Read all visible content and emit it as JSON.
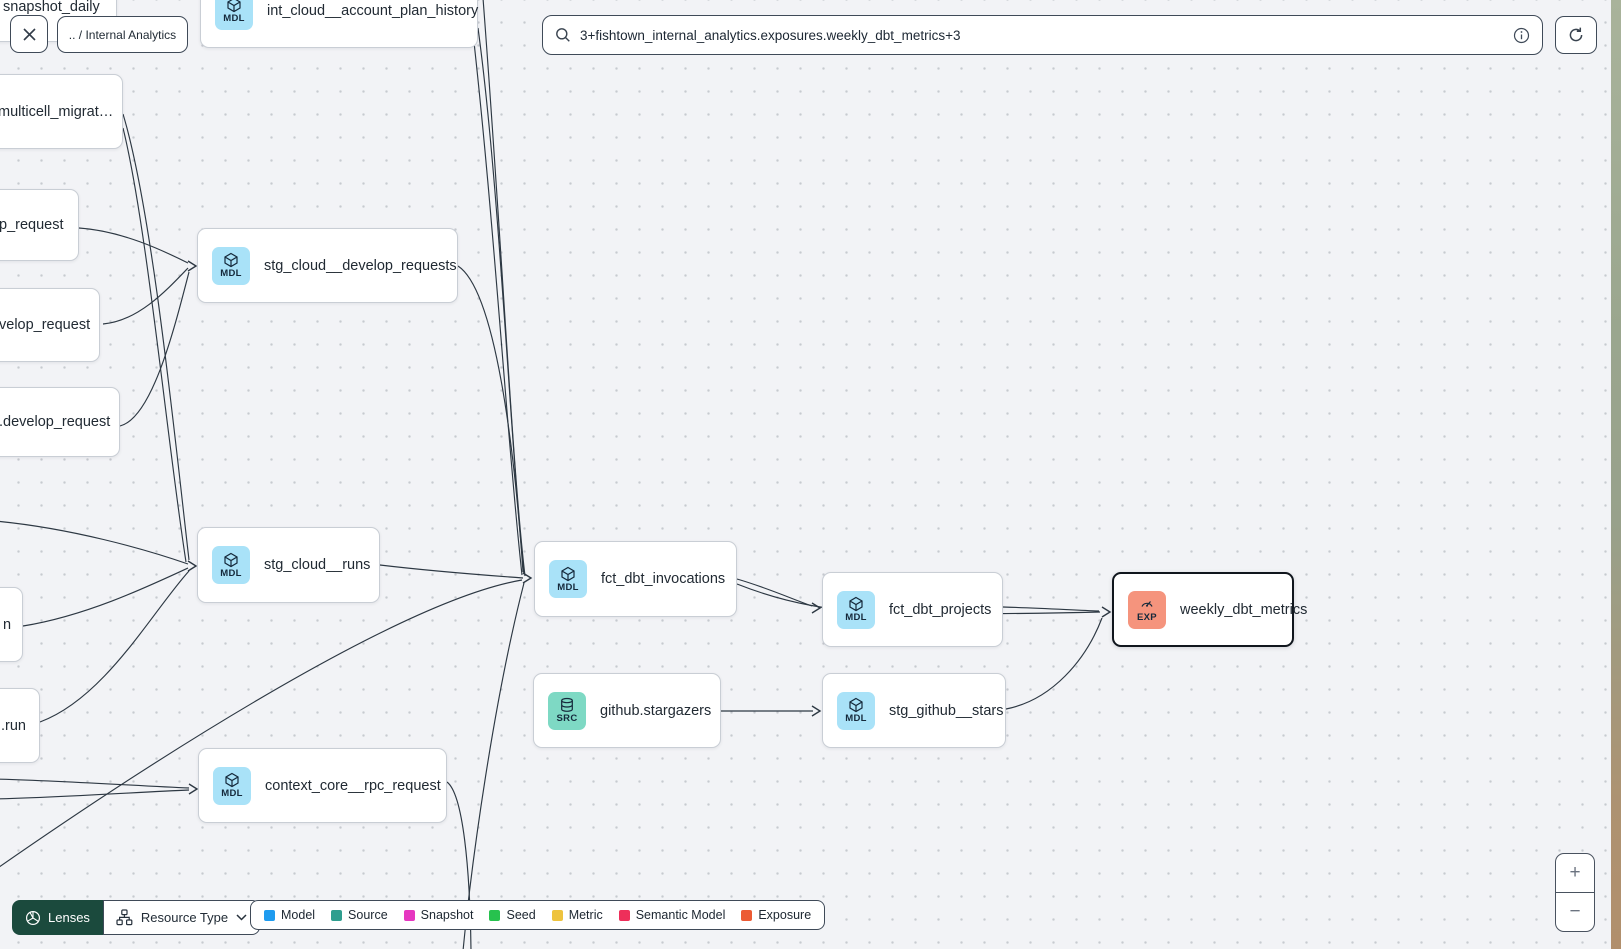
{
  "toolbar": {
    "breadcrumb": ".. / Internal Analytics",
    "search": {
      "value": "3+fishtown_internal_analytics.exposures.weekly_dbt_metrics+3"
    }
  },
  "badges": {
    "MDL": {
      "label": "MDL",
      "bg": "#a9e2f8"
    },
    "SRC": {
      "label": "SRC",
      "bg": "#7ed9c4"
    },
    "EXP": {
      "label": "EXP",
      "bg": "#f5947d"
    }
  },
  "nodes": [
    {
      "label": "snapshot_daily",
      "badge": null,
      "clipped": "top-left"
    },
    {
      "label": "multicell_migrat…",
      "badge": null,
      "clipped": "left"
    },
    {
      "label": "p_request",
      "badge": null,
      "clipped": "left"
    },
    {
      "label": "velop_request",
      "badge": null,
      "clipped": "left"
    },
    {
      "label": ".develop_request",
      "badge": null,
      "clipped": "left"
    },
    {
      "label": "n",
      "badge": null,
      "clipped": "left"
    },
    {
      "label": ".run",
      "badge": null,
      "clipped": "left"
    },
    {
      "label": "int_cloud__account_plan_history",
      "badge": "MDL",
      "clipped": "top"
    },
    {
      "label": "stg_cloud__develop_requests",
      "badge": "MDL"
    },
    {
      "label": "stg_cloud__runs",
      "badge": "MDL"
    },
    {
      "label": "fct_dbt_invocations",
      "badge": "MDL"
    },
    {
      "label": "fct_dbt_projects",
      "badge": "MDL"
    },
    {
      "label": "weekly_dbt_metrics",
      "badge": "EXP",
      "selected": true
    },
    {
      "label": "github.stargazers",
      "badge": "SRC"
    },
    {
      "label": "stg_github__stars",
      "badge": "MDL"
    },
    {
      "label": "context_core__rpc_request",
      "badge": "MDL"
    }
  ],
  "edges": [
    {
      "source": "multicell_migrat…",
      "target": "stg_cloud__runs"
    },
    {
      "source": "p_request",
      "target": "stg_cloud__develop_requests"
    },
    {
      "source": "velop_request",
      "target": "stg_cloud__develop_requests"
    },
    {
      "source": ".develop_request",
      "target": "stg_cloud__develop_requests"
    },
    {
      "source": "n",
      "target": "stg_cloud__runs"
    },
    {
      "source": ".run",
      "target": "stg_cloud__runs"
    },
    {
      "source": "offscreen-left",
      "target": "stg_cloud__runs"
    },
    {
      "source": "int_cloud__account_plan_history",
      "target": "fct_dbt_invocations"
    },
    {
      "source": "offscreen-top",
      "target": "fct_dbt_invocations"
    },
    {
      "source": "offscreen-bottom-left",
      "target": "fct_dbt_invocations"
    },
    {
      "source": "stg_cloud__develop_requests",
      "target": "fct_dbt_invocations"
    },
    {
      "source": "stg_cloud__runs",
      "target": "fct_dbt_invocations"
    },
    {
      "source": "fct_dbt_invocations",
      "target": "fct_dbt_projects"
    },
    {
      "source": "fct_dbt_projects",
      "target": "weekly_dbt_metrics"
    },
    {
      "source": "stg_github__stars",
      "target": "weekly_dbt_metrics"
    },
    {
      "source": "github.stargazers",
      "target": "stg_github__stars"
    },
    {
      "source": "offscreen-left",
      "target": "context_core__rpc_request"
    },
    {
      "source": "context_core__rpc_request",
      "target": "offscreen-bottom"
    }
  ],
  "footer": {
    "lenses_label": "Lenses",
    "resource_type_label": "Resource Type",
    "legend": [
      {
        "label": "Model",
        "color": "#1e9bef"
      },
      {
        "label": "Source",
        "color": "#2f9e8f"
      },
      {
        "label": "Snapshot",
        "color": "#e637c0"
      },
      {
        "label": "Seed",
        "color": "#27c24e"
      },
      {
        "label": "Metric",
        "color": "#eec33e"
      },
      {
        "label": "Semantic Model",
        "color": "#ee2f5a"
      },
      {
        "label": "Exposure",
        "color": "#ec5b34"
      }
    ]
  },
  "zoom_controls": {
    "zoom_in": "+",
    "zoom_out": "−"
  }
}
